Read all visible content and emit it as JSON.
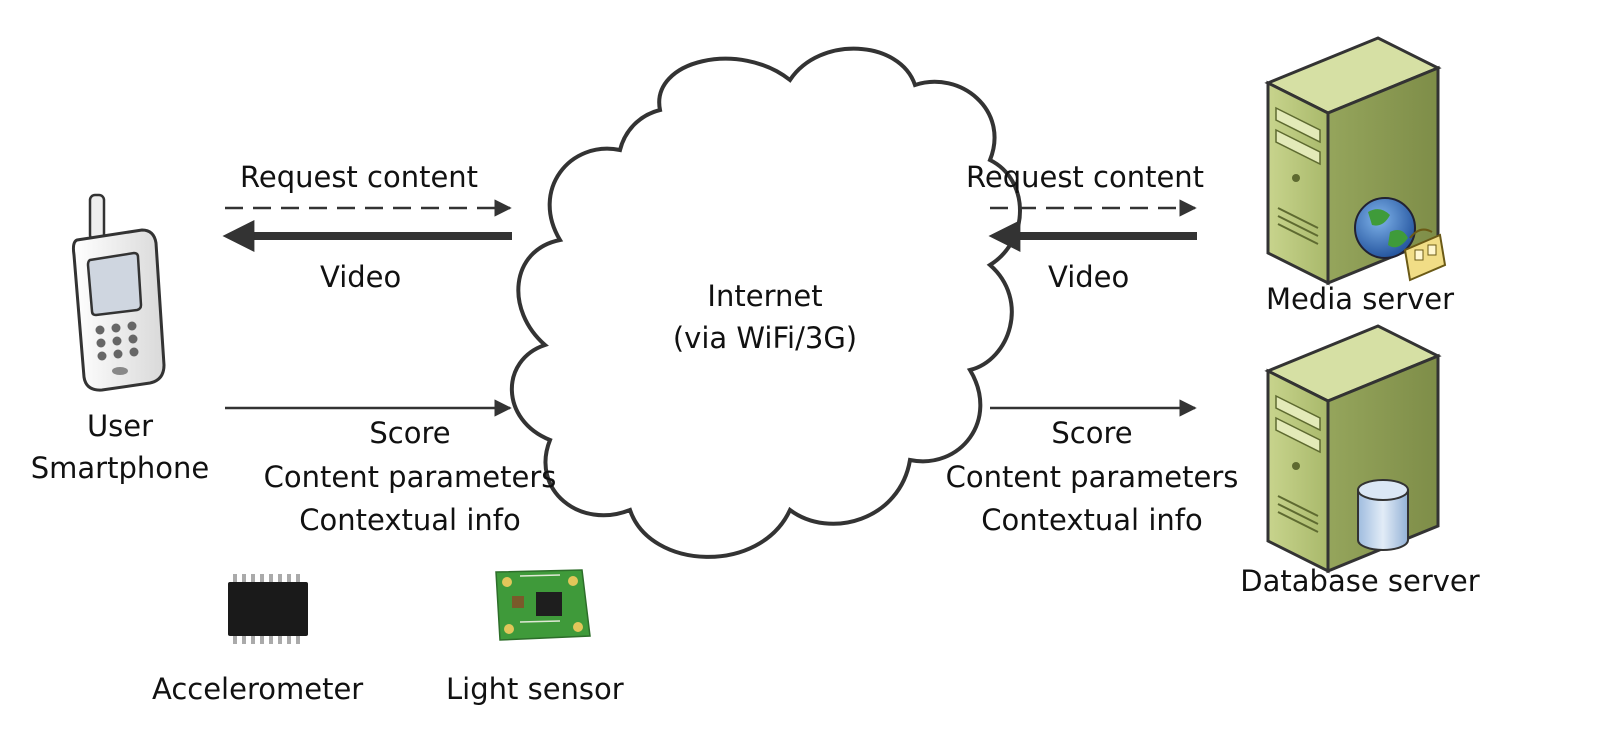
{
  "diagram": {
    "cloud_label": [
      "Internet",
      "(via WiFi/3G)"
    ],
    "user": [
      "User",
      "Smartphone"
    ],
    "left_link": {
      "request": "Request content",
      "video": "Video",
      "upload": [
        "Score",
        "Content parameters",
        "Contextual info"
      ]
    },
    "right_link": {
      "request": "Request content",
      "video": "Video",
      "upload": [
        "Score",
        "Content parameters",
        "Contextual info"
      ]
    },
    "media_server": "Media server",
    "database_server": "Database server",
    "sensors": {
      "accelerometer": "Accelerometer",
      "light_sensor": "Light sensor"
    },
    "colors": {
      "server_body": "#b5c47a",
      "server_dark": "#8e9d55",
      "globe": "#2f6fc2",
      "film": "#f1dd86",
      "db_cylinder": "#c7d9ee",
      "arrow": "#333333"
    }
  }
}
